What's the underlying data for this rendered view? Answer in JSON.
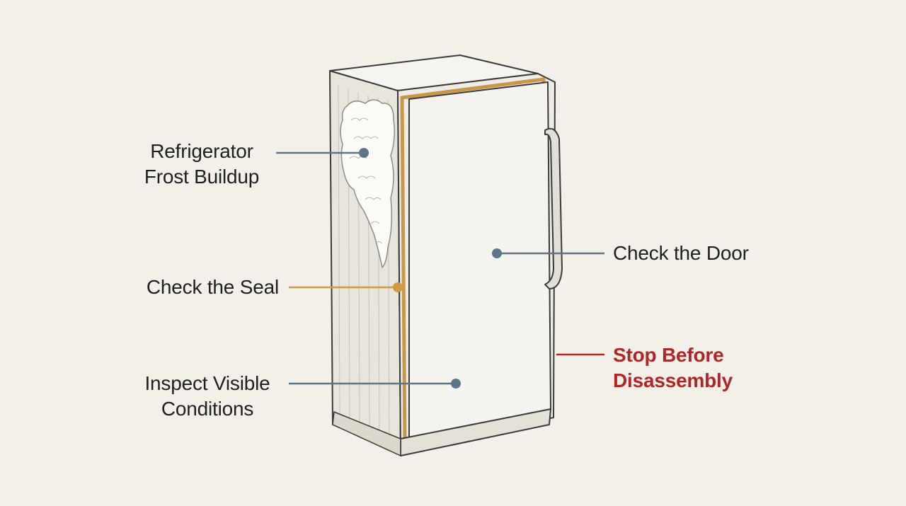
{
  "callouts": {
    "frost": {
      "line1": "Refrigerator",
      "line2": "Frost Buildup",
      "color": "#5f7486"
    },
    "seal": {
      "line1": "Check the Seal",
      "color": "#cf9a44"
    },
    "inspect": {
      "line1": "Inspect Visible",
      "line2": "Conditions",
      "color": "#5f7486"
    },
    "door": {
      "line1": "Check the Door",
      "color": "#5f7486"
    },
    "stop": {
      "line1": "Stop Before",
      "line2": "Disassembly",
      "color": "#b02626"
    }
  },
  "colors": {
    "background": "#f2f0e9",
    "outline": "#3a3a3a",
    "body_fill": "#f4f2ec",
    "side_fill": "#e9e6de",
    "seal": "#c9974a",
    "frost": "#ffffff"
  },
  "icons": {
    "appliance": "upright-freezer-illustration",
    "frost": "frost-patch"
  }
}
